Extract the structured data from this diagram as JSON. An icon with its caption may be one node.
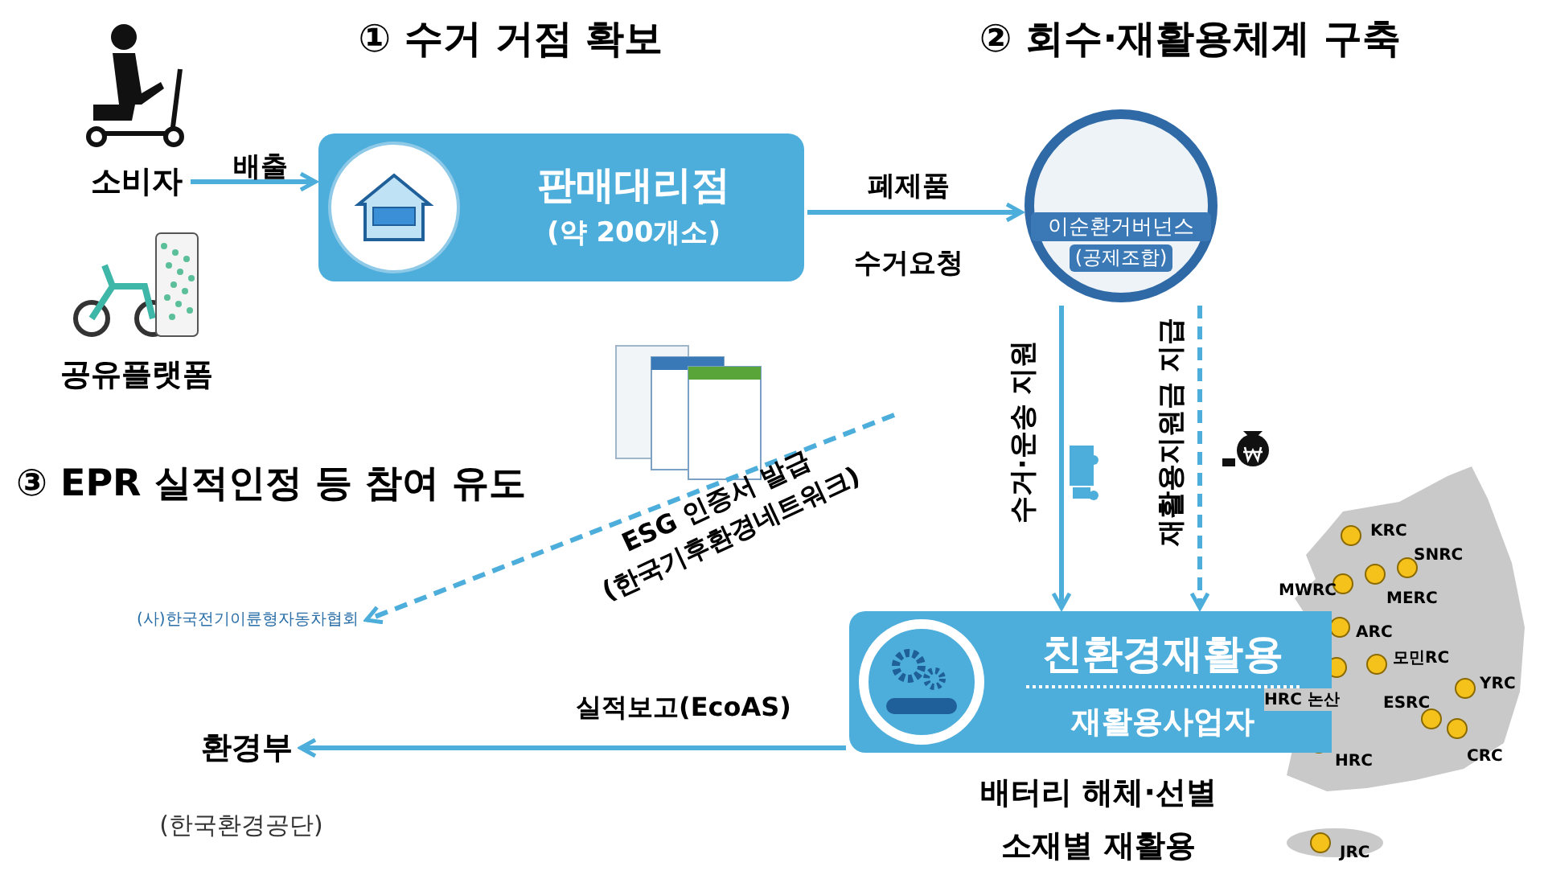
{
  "diagram": {
    "nodes": [
      {
        "text": [
          "소비자"
        ]
      },
      {
        "text": [
          "공유플랫폼"
        ]
      },
      {
        "text": [
          "판매대리점",
          "(약 200개소)"
        ]
      },
      {
        "text": [
          "이순환거버넌스",
          "(공제조합)"
        ]
      },
      {
        "text": [
          "친환경재활용",
          "재활용사업자"
        ],
        "beside": [
          "배터리 해체·선별",
          "소재별 재활용"
        ]
      },
      {
        "text": [
          "(사)한국전기이륜형자동차협회"
        ]
      },
      {
        "text": [
          "환경부",
          "(한국환경공단)"
        ]
      }
    ],
    "edges": [
      {
        "from": 0,
        "to": 2,
        "arrow": "to",
        "label": "배출"
      },
      {
        "from": 2,
        "to": 3,
        "arrow": "to",
        "label": "폐제품 수거요청"
      },
      {
        "from": 3,
        "to": 4,
        "arrow": "to",
        "label": "수거·운송 지원"
      },
      {
        "from": 3,
        "to": 4,
        "arrow": "to",
        "label": "재활용지원금 지급",
        "style": "dashed"
      },
      {
        "from": null,
        "to": 5,
        "arrow": "to",
        "label": "ESG 인증서 발급 (한국기후환경네트워크)",
        "style": "dashed"
      },
      {
        "from": 4,
        "to": 6,
        "arrow": "to",
        "label": "실적보고(EcoAS)"
      }
    ],
    "labels": [
      "① 수거 거점 확보",
      "② 회수·재활용체계 구축",
      "③ EPR 실적인정 등 참여 유도",
      "KRC",
      "SNRC",
      "MWRC",
      "MERC",
      "ARC",
      "모민RC",
      "HRC 논산",
      "ESRC",
      "YRC",
      "CRC",
      "HRC",
      "JRC"
    ]
  }
}
